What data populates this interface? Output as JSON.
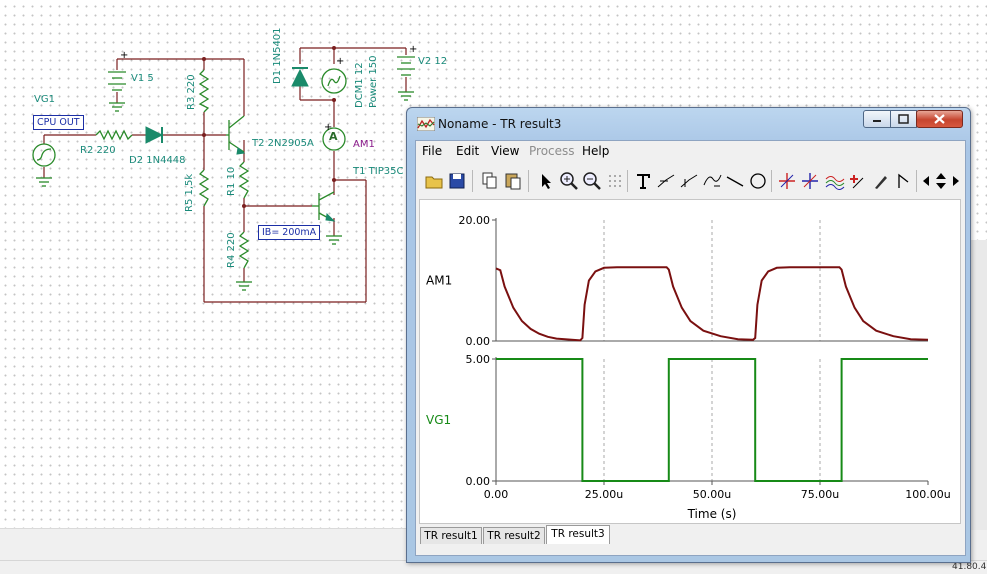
{
  "schematic": {
    "labels": {
      "vg1": "VG1",
      "cpu_out": "CPU OUT",
      "r2": "R2 220",
      "d2": "D2 1N4448",
      "v1": "V1 5",
      "r3": "R3 220",
      "t2": "T2 2N2905A",
      "r1": "R1 10",
      "r5": "R5 1,5k",
      "r4": "R4 220",
      "ib": "IB= 200mA",
      "d1": "D1 1N5401",
      "dcm1": "DCM1 12",
      "power": "Power 150",
      "v2": "V2 12",
      "am1": "AM1",
      "t1": "T1 TIP35C",
      "ammeter_symbol": "A"
    }
  },
  "window": {
    "title": "Noname - TR result3",
    "menu": [
      "File",
      "Edit",
      "View",
      "Process",
      "Help"
    ],
    "menu_disabled": [
      "Process"
    ],
    "toolbar_icons": [
      "open-icon",
      "save-icon",
      "copy-icon",
      "paste-icon",
      "pointer-icon",
      "zoom-in-icon",
      "zoom-100-icon",
      "grid-icon",
      "text-icon",
      "cursor-a-icon",
      "cursor-b-icon",
      "curve-icon",
      "line-icon",
      "circle-icon",
      "marker-a-icon",
      "marker-b-icon",
      "curves-icon",
      "add-marker-icon",
      "pen-icon",
      "flag-icon",
      "scroll-left-icon",
      "scroll-updown-icon",
      "scroll-right-icon"
    ],
    "tabs": [
      {
        "label": "TR result1",
        "active": false
      },
      {
        "label": "TR result2",
        "active": false
      },
      {
        "label": "TR result3",
        "active": true
      }
    ]
  },
  "chart_data": [
    {
      "type": "line",
      "ylabel": "AM1",
      "ylim": [
        0,
        20
      ],
      "yticks": [
        "20.00",
        "0.00"
      ],
      "color": "#7a1010",
      "series": [
        {
          "name": "AM1",
          "x": [
            0,
            1,
            2,
            4,
            6,
            8,
            10,
            12,
            14,
            16,
            19.5,
            20,
            20.5,
            21.5,
            23,
            25,
            28,
            35,
            39.5,
            40,
            41,
            43,
            45,
            48,
            52,
            56,
            59.5,
            60,
            60.5,
            61.5,
            63,
            65,
            68,
            75,
            79.5,
            80,
            81,
            83,
            85,
            88,
            92,
            96,
            100
          ],
          "y": [
            12,
            11.7,
            9,
            5.5,
            3.3,
            2,
            1.2,
            0.7,
            0.4,
            0.3,
            0.1,
            0.5,
            6,
            10,
            11.5,
            12.1,
            12.2,
            12.2,
            12.2,
            11.8,
            9,
            5.5,
            3.3,
            1.7,
            0.8,
            0.3,
            0.2,
            0.5,
            6,
            10,
            11.5,
            12.1,
            12.2,
            12.2,
            12.2,
            11.8,
            9,
            5.5,
            3.3,
            1.7,
            0.8,
            0.3,
            0.2
          ]
        }
      ]
    },
    {
      "type": "line",
      "ylabel": "VG1",
      "ylim": [
        0,
        5
      ],
      "yticks": [
        "5.00",
        "0.00"
      ],
      "color": "#178a17",
      "series": [
        {
          "name": "VG1",
          "x": [
            0,
            20,
            20,
            40,
            40,
            60,
            60,
            80,
            80,
            100
          ],
          "y": [
            5,
            5,
            0,
            0,
            5,
            5,
            0,
            0,
            5,
            5
          ]
        }
      ]
    }
  ],
  "xaxis": {
    "xlabel": "Time (s)",
    "xlim": [
      0,
      100
    ],
    "xticks": [
      0,
      25,
      50,
      75,
      100
    ],
    "xtick_labels": [
      "0.00",
      "25.00u",
      "50.00u",
      "75.00u",
      "100.00u"
    ]
  },
  "status": {
    "coord": "41.80.4"
  }
}
